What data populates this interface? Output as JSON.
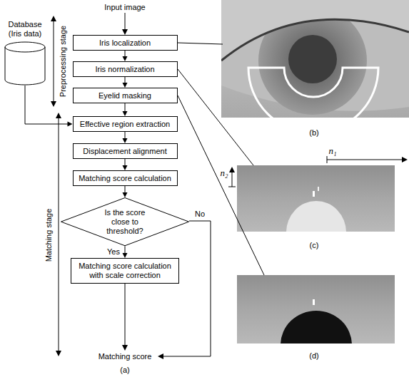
{
  "diagram": {
    "nodes": [
      {
        "text": [
          "Database (Iris data)"
        ]
      },
      {
        "text": [
          "Iris localization"
        ]
      },
      {
        "text": [
          "Iris normalization"
        ]
      },
      {
        "text": [
          "Eyelid masking"
        ]
      },
      {
        "text": [
          "Effective region extraction"
        ]
      },
      {
        "text": [
          "Displacement alignment"
        ]
      },
      {
        "text": [
          "Matching score calculation"
        ]
      },
      {
        "text": [
          "Is the score close to threshold?"
        ]
      },
      {
        "text": [
          "Matching score calculation with scale correction"
        ]
      }
    ],
    "edges": [
      {
        "from": 1,
        "to": 2,
        "arrow": "to"
      },
      {
        "from": 2,
        "to": 3,
        "arrow": "to"
      },
      {
        "from": 3,
        "to": 4,
        "arrow": "to"
      },
      {
        "from": 0,
        "to": 4,
        "arrow": "to"
      },
      {
        "from": 4,
        "to": 5,
        "arrow": "to"
      },
      {
        "from": 5,
        "to": 6,
        "arrow": "to"
      },
      {
        "from": 6,
        "to": 7,
        "arrow": "to"
      },
      {
        "from": 7,
        "to": 8,
        "label": "Yes",
        "arrow": "to"
      }
    ],
    "labels": [
      "Input image",
      "Preprocessing stage",
      "Matching stage",
      "No",
      "Matching score",
      "(a)",
      "(b)",
      "n₁",
      "n₂",
      "(c)",
      "(d)"
    ]
  }
}
